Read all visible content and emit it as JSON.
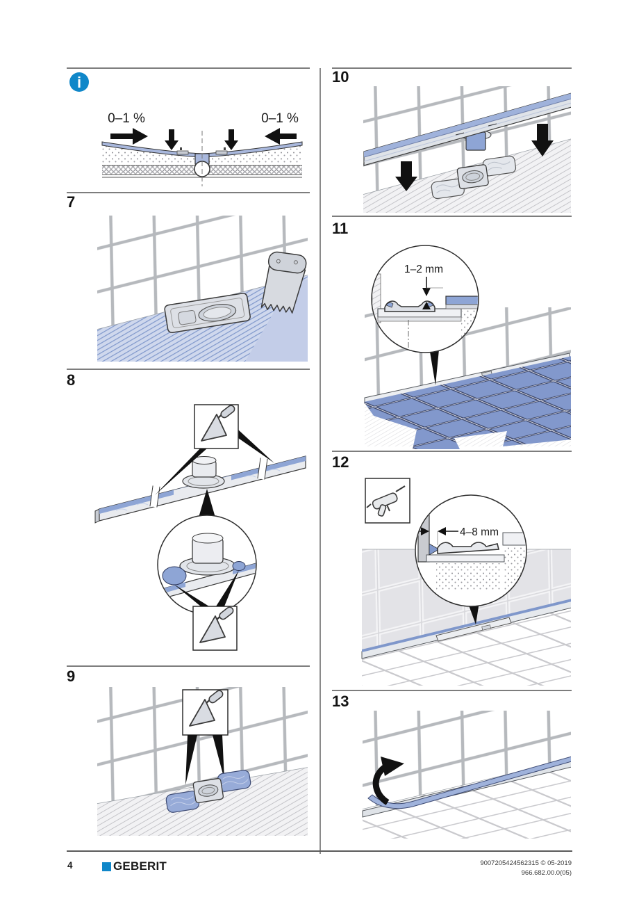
{
  "document": {
    "type": "installation-manual-page",
    "footer": {
      "page_number": "4",
      "brand": "GEBERIT",
      "imprint_line1": "9007205424562315 © 05-2019",
      "imprint_line2": "966.682.00.0(05)"
    }
  },
  "info_section": {
    "icon": "info-icon",
    "icon_glyph": "i",
    "slope_label_left": "0–1 %",
    "slope_label_right": "0–1 %"
  },
  "steps": {
    "s7": {
      "label": "7",
      "tools": [
        "notched-trowel-icon"
      ]
    },
    "s8": {
      "label": "8",
      "tools": [
        "trowel-icon",
        "trowel-icon"
      ]
    },
    "s9": {
      "label": "9",
      "tools": [
        "trowel-icon"
      ]
    },
    "s10": {
      "label": "10",
      "tools": [
        "down-arrow-icon",
        "down-arrow-icon"
      ]
    },
    "s11": {
      "label": "11",
      "dimension": "1–2 mm"
    },
    "s12": {
      "label": "12",
      "dimension": "4–8 mm",
      "tools": [
        "caulking-gun-icon"
      ]
    },
    "s13": {
      "label": "13",
      "tools": [
        "curved-peel-arrow-icon"
      ]
    }
  },
  "colors": {
    "accent_blue": "#1087c9",
    "membrane_blue": "#a9b8dd",
    "adhesive_blue": "#8ea5d5",
    "tile_blue": "#8298cc",
    "film_blue": "#9fb2db",
    "ink": "#1a1a1a",
    "rule_gray": "#7d7d7d"
  }
}
